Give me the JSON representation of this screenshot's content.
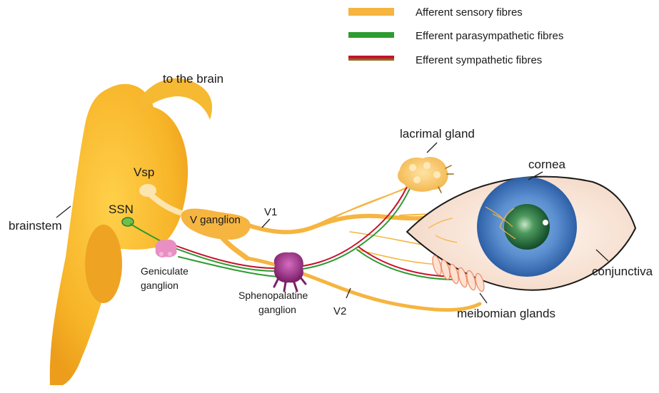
{
  "legend": [
    {
      "label": "Afferent sensory fibres",
      "color": "#f5b540"
    },
    {
      "label": "Efferent parasympathetic fibres",
      "color": "#2e9c2e"
    },
    {
      "label": "Efferent sympathetic fibres",
      "color": "#c8102e",
      "color2": "#8a6d1e"
    }
  ],
  "labels": {
    "to_brain": "to the brain",
    "brainstem": "brainstem",
    "vsp": "Vsp",
    "ssn": "SSN",
    "v_ganglion": "V ganglion",
    "v1": "V1",
    "v2": "V2",
    "geniculate_1": "Geniculate",
    "geniculate_2": "ganglion",
    "spheno_1": "Sphenopalatine",
    "spheno_2": "ganglion",
    "lacrimal": "lacrimal gland",
    "cornea": "cornea",
    "conjunctiva": "conjunctiva",
    "meibomian": "meibomian glands"
  },
  "colors": {
    "afferent": "#f5b540",
    "brainstem": "#f5b62a",
    "parasympathetic": "#2e9c2e",
    "sympathetic": "#c8102e",
    "iris": "#5b8fd0",
    "pupil": "#1f6b3a",
    "ganglion_purple": "#9b2f86",
    "geniculate_pink": "#e88fc4"
  }
}
